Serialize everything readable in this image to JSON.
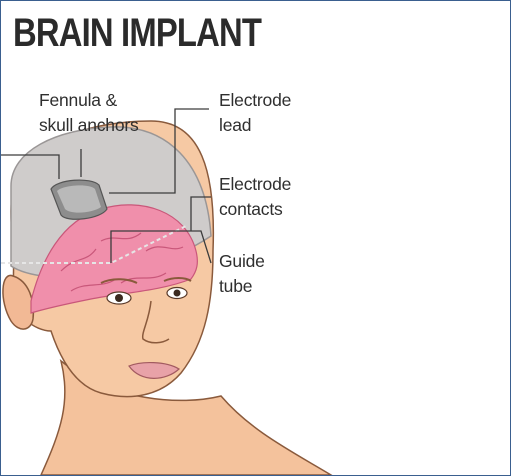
{
  "title": "BRAIN IMPLANT",
  "labels": {
    "fennula": "Fennula &\nskull anchors",
    "electrode_lead": "Electrode\nlead",
    "electrode_contacts": "Electrode\ncontacts",
    "guide_tube": "Guide\ntube"
  },
  "colors": {
    "frame": "#3a5f8f",
    "title": "#2b2b2b",
    "skin": "#f6c9a4",
    "skull": "#cfcccb",
    "brain": "#f08fab",
    "leader_line": "#3c3c3c"
  }
}
